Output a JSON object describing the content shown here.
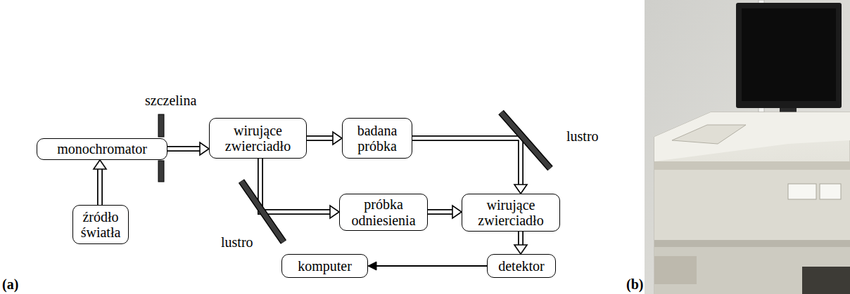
{
  "diagram": {
    "nodes": [
      {
        "text": [
          "monochromator"
        ]
      },
      {
        "text": [
          "źródło światła"
        ]
      },
      {
        "text": [
          "wirujące zwierciadło"
        ]
      },
      {
        "text": [
          "badana próbka"
        ]
      },
      {
        "text": [
          "próbka odniesienia"
        ]
      },
      {
        "text": [
          "wirujące zwierciadło"
        ]
      },
      {
        "text": [
          "detektor"
        ]
      },
      {
        "text": [
          "komputer"
        ]
      }
    ],
    "edges": [
      {
        "from": 1,
        "to": 0,
        "arrow": "to"
      },
      {
        "from": 0,
        "to": 2,
        "arrow": "to"
      },
      {
        "from": 2,
        "to": 3,
        "arrow": "to"
      },
      {
        "from": 3,
        "to": 5,
        "arrow": "to"
      },
      {
        "from": 2,
        "to": 4,
        "arrow": "to"
      },
      {
        "from": 4,
        "to": 5,
        "arrow": "to"
      },
      {
        "from": 5,
        "to": 6,
        "arrow": "to"
      },
      {
        "from": 6,
        "to": 7,
        "arrow": "to"
      }
    ],
    "labels": [
      "szczelina",
      "lustro",
      "lustro",
      "(a)",
      "(b)"
    ]
  }
}
